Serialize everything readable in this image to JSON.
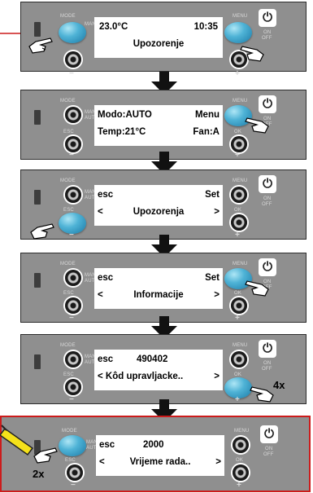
{
  "panels": [
    {
      "lines": [
        [
          "23.0°C",
          "10:35"
        ],
        [
          "Upozorenje"
        ]
      ]
    },
    {
      "lines": [
        [
          "Modo:AUTO",
          "Menu"
        ],
        [
          "Temp:21°C",
          "Fan:A"
        ]
      ]
    },
    {
      "lines": [
        [
          "esc",
          "Set"
        ],
        [
          "<",
          "Upozorenja",
          ">"
        ]
      ]
    },
    {
      "lines": [
        [
          "esc",
          "Set"
        ],
        [
          "<",
          "Informacije",
          ">"
        ]
      ]
    },
    {
      "lines": [
        [
          "esc",
          "490402"
        ],
        [
          "< Kôd upravljacke..",
          ">"
        ]
      ]
    },
    {
      "lines": [
        [
          "esc",
          "2000"
        ],
        [
          "<",
          "Vrijeme rada..",
          ">"
        ]
      ]
    }
  ],
  "button_labels": {
    "mode": "MODE",
    "esc": "ESC",
    "man": "MAN",
    "aut": "AUT",
    "menu": "MENU",
    "ok": "OK",
    "on": "ON",
    "off": "OFF",
    "minus": "−",
    "plus": "+"
  },
  "notes": {
    "panel5": "4x",
    "panel6": "2x"
  },
  "colors": {
    "panel": "#8f8f8f",
    "highlight_border": "#cc1b1b",
    "button_blue": "#4fb3d6",
    "pointer_line": "#cc1b1b",
    "pencil": "#f5e11a"
  }
}
